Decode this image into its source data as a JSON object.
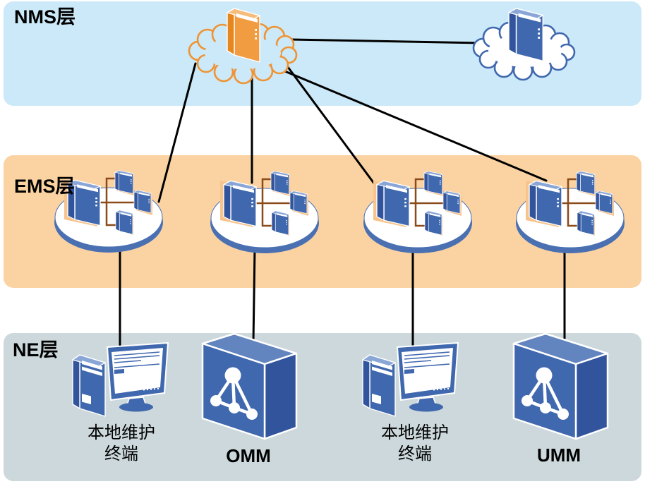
{
  "layer_labels": {
    "nms": "NMS层",
    "ems": "EMS层",
    "ne": "NE层"
  },
  "nodes": {
    "terminal_1": {
      "label_line_1": "本地维护",
      "label_line_2": "终端"
    },
    "omm": {
      "label": "OMM"
    },
    "terminal_2": {
      "label_line_1": "本地维护",
      "label_line_2": "终端"
    },
    "umm": {
      "label": "UMM"
    }
  },
  "ems_layer": {
    "cluster_count": 4,
    "servers_per_cluster": 4
  },
  "nms_layer": {
    "cloud_count": 2
  },
  "colors": {
    "nms_band": "#cbe9f8",
    "ems_band": "#fbd3a2",
    "ne_band": "#ccd8db",
    "server_blue_front": "#4068ae",
    "server_blue_side": "#31549c",
    "server_blue_top": "#8aa6d6",
    "server_orange_front": "#f29c42",
    "server_orange_side": "#e8861e",
    "server_orange_top": "#f6bc7c",
    "cloud_orange_stroke": "#ef9334",
    "cloud_blue_stroke": "#4068ae",
    "disc_rim": "#4a70b2",
    "cluster_trunk": "#8b4a1a",
    "cluster_shadow": "#f8c48e",
    "link_line": "#000000"
  }
}
